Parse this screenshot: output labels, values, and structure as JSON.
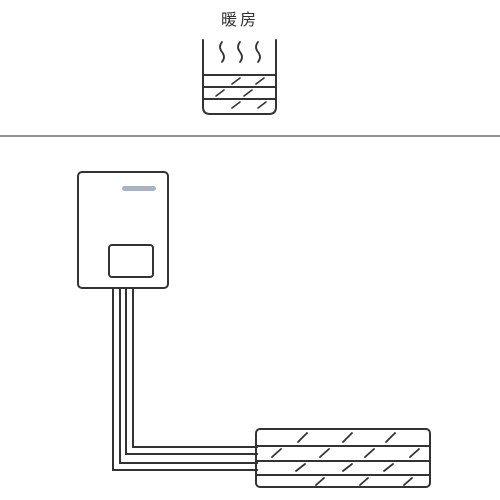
{
  "header": {
    "title": "暖房",
    "icon": "floor-heating-icon"
  },
  "colors": {
    "line": "#333333",
    "divider": "#555555",
    "indicator": "#a9b3c3",
    "background": "#ffffff"
  },
  "diagram": {
    "components": [
      {
        "name": "water-heater-unit",
        "icon": "boiler-icon"
      },
      {
        "name": "heating-pipes",
        "icon": "pipe-icon"
      },
      {
        "name": "heated-floor-panel",
        "icon": "floorboard-icon"
      }
    ]
  }
}
